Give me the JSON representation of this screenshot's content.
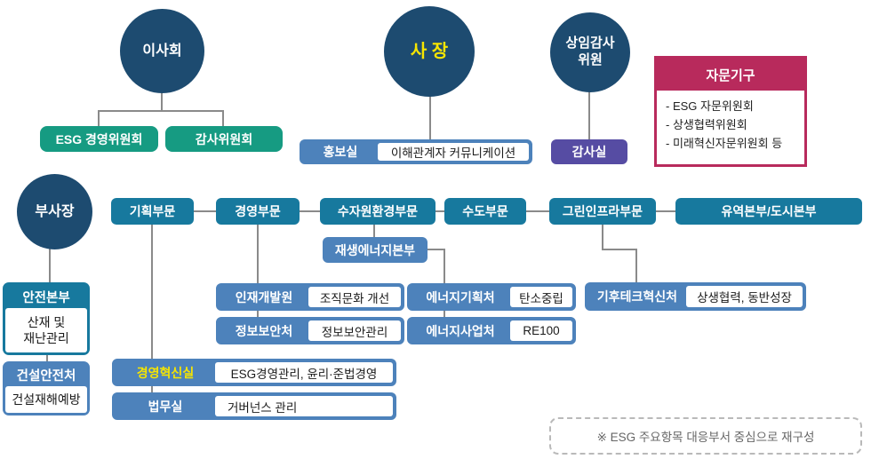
{
  "palette": {
    "circle_navy": "#1d4b70",
    "teal_green": "#169b82",
    "division_teal_blue": "#17799e",
    "medium_blue": "#4d82bb",
    "purple": "#564ca3",
    "crimson": "#b82a5c",
    "highlight_yellow": "#f6e500",
    "connector_gray": "#8a8a8a"
  },
  "top": {
    "board": {
      "label": "이사회"
    },
    "board_committees": [
      {
        "label": "ESG 경영위원회"
      },
      {
        "label": "감사위원회"
      }
    ],
    "president": {
      "label": "사 장"
    },
    "pr_office": {
      "label": "홍보실",
      "desc": "이해관계자 커뮤니케이션"
    },
    "standing_auditor": {
      "label": "상임감사\n위원"
    },
    "audit_office": {
      "label": "감사실"
    },
    "advisory": {
      "title": "자문기구",
      "items": [
        "- ESG 자문위원회",
        "- 상생협력위원회",
        "- 미래혁신자문위원회 등"
      ]
    }
  },
  "vice_president": {
    "label": "부사장"
  },
  "divisions": [
    {
      "label": "기획부문"
    },
    {
      "label": "경영부문"
    },
    {
      "label": "수자원환경부문"
    },
    {
      "label": "수도부문"
    },
    {
      "label": "그린인프라부문"
    },
    {
      "label": "유역본부/도시본부"
    }
  ],
  "renewable_energy_hq": {
    "label": "재생에너지본부"
  },
  "departments": {
    "hr_dev": {
      "label": "인재개발원",
      "desc": "조직문화 개선"
    },
    "info_sec": {
      "label": "정보보안처",
      "desc": "정보보안관리"
    },
    "mgmt_innovation": {
      "label": "경영혁신실",
      "desc": "ESG경영관리, 윤리·준법경영"
    },
    "legal": {
      "label": "법무실",
      "desc": "거버넌스 관리"
    },
    "energy_planning": {
      "label": "에너지기획처",
      "desc": "탄소중립"
    },
    "energy_business": {
      "label": "에너지사업처",
      "desc": "RE100"
    },
    "climate_tech": {
      "label": "기후테크혁신처",
      "desc": "상생협력, 동반성장"
    }
  },
  "safety": {
    "safety_hq": {
      "label": "안전본부",
      "desc": "산재 및\n재난관리"
    },
    "construction_safety": {
      "label": "건설안전처",
      "desc": "건설재해예방"
    }
  },
  "footnote": "※ ESG 주요항목 대응부서 중심으로 재구성"
}
